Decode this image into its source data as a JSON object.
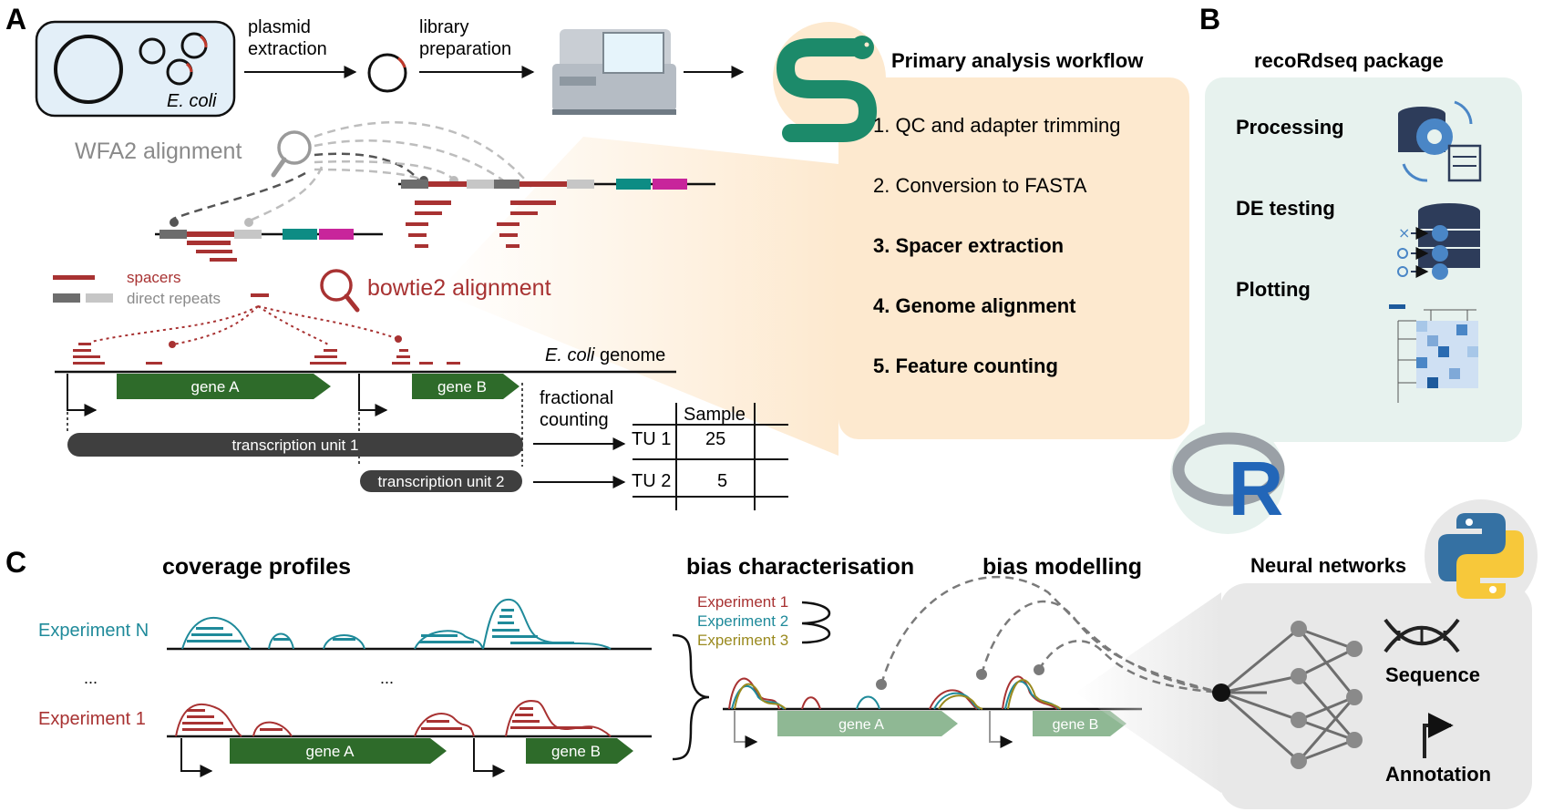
{
  "panels": {
    "a": "A",
    "b": "B",
    "c": "C"
  },
  "panel_a": {
    "ecoli_label": "E. coli",
    "step1": [
      "plasmid",
      "extraction"
    ],
    "step2": [
      "library",
      "preparation"
    ],
    "wfa2": "WFA2 alignment",
    "legend_spacers": "spacers",
    "legend_repeats": "direct repeats",
    "bowtie2": "bowtie2 alignment",
    "genome_label": "E. coli",
    "genome_word": " genome",
    "gene_a": "gene A",
    "gene_b": "gene B",
    "tu1": "transcription unit 1",
    "tu2": "transcription unit 2",
    "fractional": [
      "fractional",
      "counting"
    ],
    "table": {
      "header": "Sample",
      "rows": [
        {
          "label": "TU 1",
          "value": "25"
        },
        {
          "label": "TU 2",
          "value": "5"
        }
      ]
    },
    "workflow_title": "Primary analysis workflow",
    "workflow_steps": [
      "1. QC and adapter trimming",
      "2. Conversion to FASTA",
      "3. Spacer extraction",
      "4. Genome alignment",
      "5. Feature counting"
    ]
  },
  "panel_b": {
    "title": "recoRdseq package",
    "items": [
      "Processing",
      "DE testing",
      "Plotting"
    ],
    "r_letter": "R"
  },
  "panel_c": {
    "coverage_title": "coverage profiles",
    "experiment_n": "Experiment N",
    "ellipsis": "...",
    "experiment_1": "Experiment 1",
    "gene_a": "gene A",
    "gene_b": "gene B",
    "bias_char": "bias characterisation",
    "bias_exp": [
      "Experiment 1",
      "Experiment 2",
      "Experiment 3"
    ],
    "bias_model": "bias modelling",
    "nn_title": "Neural networks",
    "sequence": "Sequence",
    "annotation": "Annotation"
  },
  "colors": {
    "red": "#a83232",
    "teal": "#1f8a9a",
    "olive": "#9a8a1f",
    "gene_green": "#2e6b2a",
    "light_green": "#8fb894",
    "workflow_bg": "#fde9cf",
    "rpkg_bg": "#e7f2ee",
    "nn_bg": "#e8e8e8",
    "snake": "#1c8a6a"
  }
}
